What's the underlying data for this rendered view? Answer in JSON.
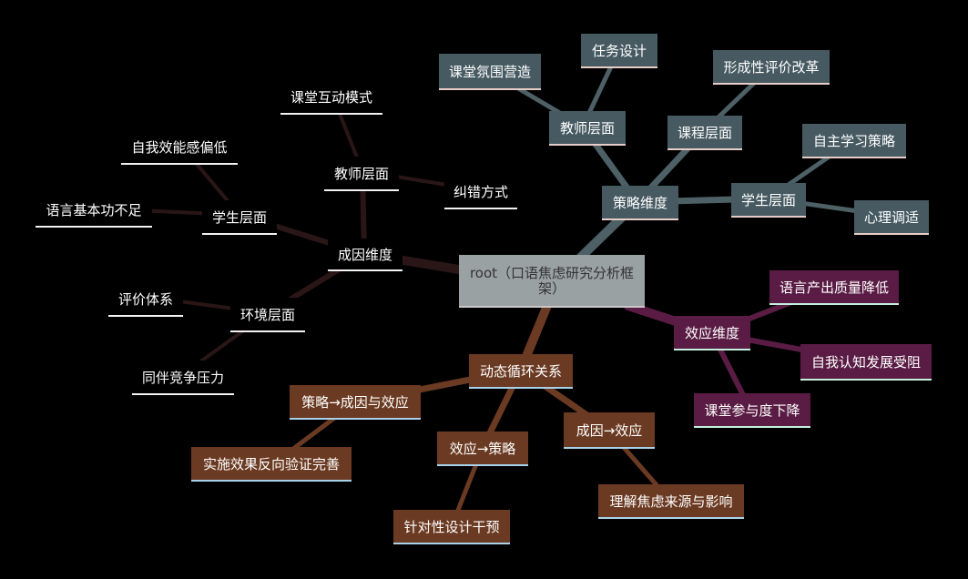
{
  "root": {
    "label": "root（口语焦虑研究分析框架）"
  },
  "colors": {
    "cause_edge": "#2a1616",
    "strategy_edge": "#4d6066",
    "effect_edge": "#5a1c44",
    "cycle_edge": "#6b3a22"
  },
  "cause": {
    "label": "成因维度",
    "teacher": {
      "label": "教师层面",
      "children": [
        "课堂互动模式",
        "纠错方式"
      ]
    },
    "student": {
      "label": "学生层面",
      "children": [
        "自我效能感偏低",
        "语言基本功不足"
      ]
    },
    "environment": {
      "label": "环境层面",
      "children": [
        "评价体系",
        "同伴竞争压力"
      ]
    }
  },
  "strategy": {
    "label": "策略维度",
    "teacher": {
      "label": "教师层面",
      "children": [
        "课堂氛围营造",
        "任务设计"
      ]
    },
    "course": {
      "label": "课程层面",
      "children": [
        "形成性评价改革"
      ]
    },
    "student": {
      "label": "学生层面",
      "children": [
        "自主学习策略",
        "心理调适"
      ]
    }
  },
  "effect": {
    "label": "效应维度",
    "children": [
      "语言产出质量降低",
      "自我认知发展受阻",
      "课堂参与度下降"
    ]
  },
  "cycle": {
    "label": "动态循环关系",
    "s2c": {
      "label": "策略→成因与效应",
      "children": [
        "实施效果反向验证完善"
      ]
    },
    "e2s": {
      "label": "效应→策略",
      "children": [
        "针对性设计干预"
      ]
    },
    "c2e": {
      "label": "成因→效应",
      "children": [
        "理解焦虑来源与影响"
      ]
    }
  }
}
